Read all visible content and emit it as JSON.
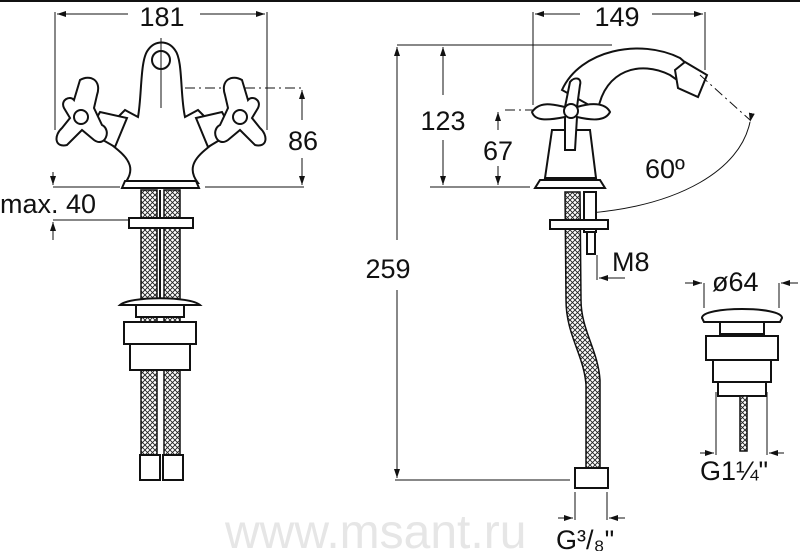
{
  "dimensions": {
    "front_width": "181",
    "front_height": "86",
    "max_thickness": "max. 40",
    "side_width": "149",
    "total_height": "259",
    "spout_height": "123",
    "handle_height": "67",
    "spout_angle": "60º",
    "rod_thread": "M8",
    "drain_diameter": "ø64",
    "drain_thread": "G1¼\"",
    "hose_thread": "G³/₈\""
  },
  "watermark": "www.msant.ru",
  "colors": {
    "line": "#111111",
    "watermark": "#e6e6e6"
  }
}
